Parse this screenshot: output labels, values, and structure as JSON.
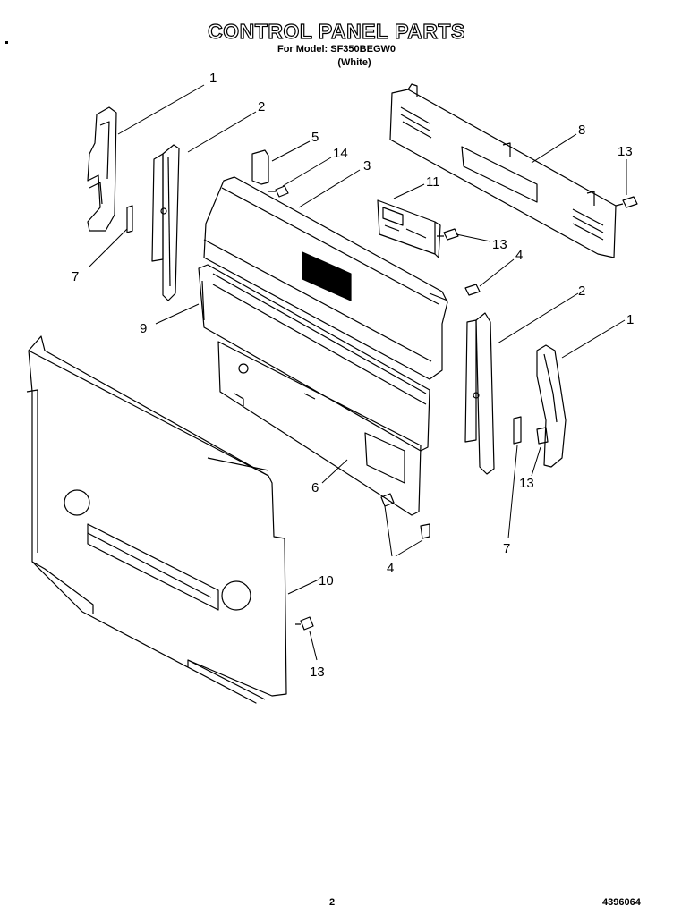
{
  "title": "CONTROL PANEL PARTS",
  "model_line": "For Model: SF350BEGW0",
  "color_line": "(White)",
  "page_number": "2",
  "document_number": "4396064",
  "callouts": {
    "c1_top": "1",
    "c2_top": "2",
    "c5": "5",
    "c14": "14",
    "c3": "3",
    "c8": "8",
    "c13_right": "13",
    "c11": "11",
    "c13_clock": "13",
    "c4_top": "4",
    "c7_left": "7",
    "c9": "9",
    "c2_right": "2",
    "c1_right": "1",
    "c6": "6",
    "c13_mid": "13",
    "c7_right": "7",
    "c4_bottom": "4",
    "c10": "10",
    "c13_bottom": "13"
  }
}
